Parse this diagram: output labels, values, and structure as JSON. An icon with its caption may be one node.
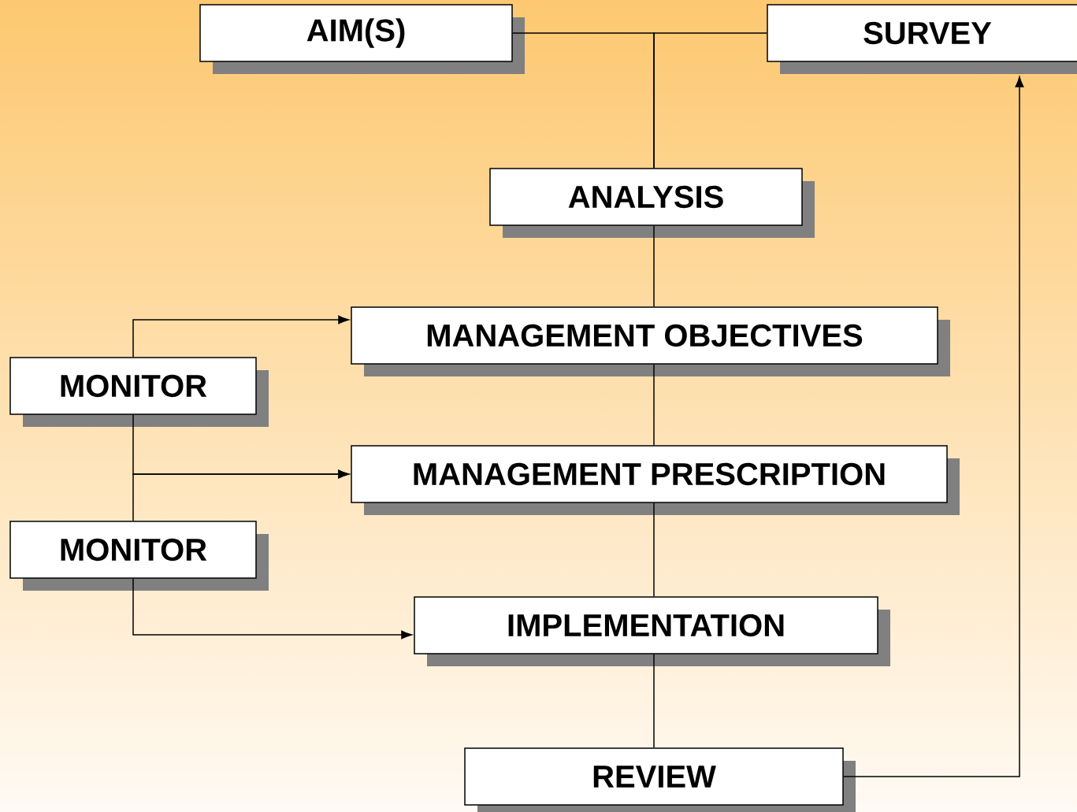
{
  "diagram": {
    "nodes": [
      {
        "text": [
          "AIM(S)"
        ]
      },
      {
        "text": [
          "SURVEY"
        ]
      },
      {
        "text": [
          "ANALYSIS"
        ]
      },
      {
        "text": [
          "MANAGEMENT OBJECTIVES"
        ]
      },
      {
        "text": [
          "MONITOR"
        ]
      },
      {
        "text": [
          "MANAGEMENT PRESCRIPTION"
        ]
      },
      {
        "text": [
          "MONITOR"
        ]
      },
      {
        "text": [
          "IMPLEMENTATION"
        ]
      },
      {
        "text": [
          "REVIEW"
        ]
      }
    ],
    "edges": [
      {
        "from": 0,
        "to": 2,
        "arrow": "none"
      },
      {
        "from": 1,
        "to": 2,
        "arrow": "none"
      },
      {
        "from": 2,
        "to": 3,
        "arrow": "none"
      },
      {
        "from": 3,
        "to": 5,
        "arrow": "none"
      },
      {
        "from": 5,
        "to": 7,
        "arrow": "none"
      },
      {
        "from": 7,
        "to": 8,
        "arrow": "none"
      },
      {
        "from": 8,
        "to": 1,
        "arrow": "to"
      },
      {
        "from": 4,
        "to": 3,
        "arrow": "to"
      },
      {
        "from": 4,
        "to": 5,
        "arrow": "to"
      },
      {
        "from": 6,
        "to": 5,
        "arrow": "to"
      },
      {
        "from": 6,
        "to": 7,
        "arrow": "to"
      }
    ]
  }
}
